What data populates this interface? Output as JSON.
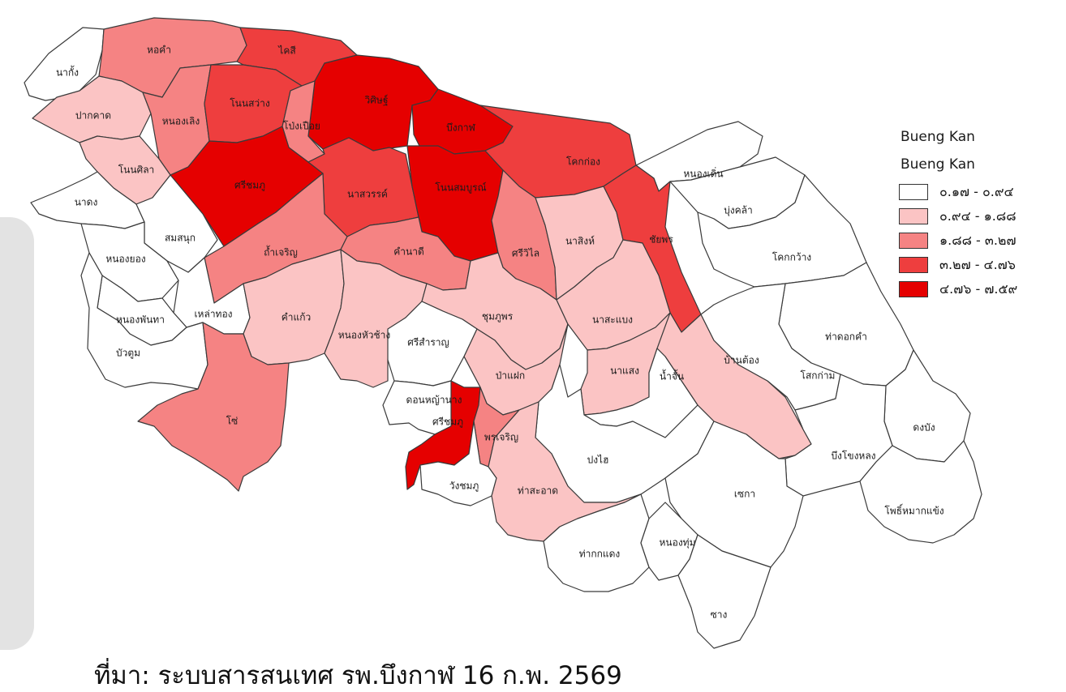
{
  "legend": {
    "title": "Bueng Kan",
    "subtitle": "Bueng Kan",
    "classes": [
      {
        "label": "๐.๑๗ - ๐.๙๔",
        "color": "#ffffff"
      },
      {
        "label": "๐.๙๔ - ๑.๘๘",
        "color": "#fbc4c4"
      },
      {
        "label": "๑.๘๘ - ๓.๒๗",
        "color": "#f58383"
      },
      {
        "label": "๓.๒๗ - ๔.๗๖",
        "color": "#ee3e3e"
      },
      {
        "label": "๔.๗๖ - ๗.๕๙",
        "color": "#e50000"
      }
    ]
  },
  "source_note": "ที่มา: ระบบสารสนเทศ รพ.บึงกาฬ 16 ก.พ. 2569",
  "regions": [
    {
      "name": "นากั้ง",
      "cls": 0
    },
    {
      "name": "หอคำ",
      "cls": 2
    },
    {
      "name": "ไคสี",
      "cls": 3
    },
    {
      "name": "วิศิษฐ์",
      "cls": 4
    },
    {
      "name": "บึงกาฬ",
      "cls": 4
    },
    {
      "name": "ปากคาด",
      "cls": 1
    },
    {
      "name": "หนองเลิง",
      "cls": 2
    },
    {
      "name": "โนนสว่าง",
      "cls": 3
    },
    {
      "name": "โป่งเปือย",
      "cls": 2
    },
    {
      "name": "โคกก่อง",
      "cls": 3
    },
    {
      "name": "หนองเดิ่น",
      "cls": 0
    },
    {
      "name": "บุ่งคล้า",
      "cls": 0
    },
    {
      "name": "โนนศิลา",
      "cls": 1
    },
    {
      "name": "ศรีชมภู",
      "cls": 4
    },
    {
      "name": "นาสวรรค์",
      "cls": 3
    },
    {
      "name": "โนนสมบูรณ์",
      "cls": 4
    },
    {
      "name": "นาดง",
      "cls": 0
    },
    {
      "name": "สมสนุก",
      "cls": 0
    },
    {
      "name": "ถ้ำเจริญ",
      "cls": 2
    },
    {
      "name": "คำนาดี",
      "cls": 2
    },
    {
      "name": "ศรีวิไล",
      "cls": 2
    },
    {
      "name": "นาสิงห์",
      "cls": 1
    },
    {
      "name": "ชัยพร",
      "cls": 3
    },
    {
      "name": "โคกกว้าง",
      "cls": 0
    },
    {
      "name": "หนองยอง",
      "cls": 0
    },
    {
      "name": "เหล่าทอง",
      "cls": 0
    },
    {
      "name": "หนองพันทา",
      "cls": 0
    },
    {
      "name": "คำแก้ว",
      "cls": 1
    },
    {
      "name": "หนองหัวช้าง",
      "cls": 1
    },
    {
      "name": "ชุมภูพร",
      "cls": 1
    },
    {
      "name": "นาสะแบง",
      "cls": 1
    },
    {
      "name": "ศรีสำราญ",
      "cls": 0
    },
    {
      "name": "ท่าดอกคำ",
      "cls": 0
    },
    {
      "name": "บัวตูม",
      "cls": 0
    },
    {
      "name": "ป่าแฝก",
      "cls": 1
    },
    {
      "name": "นาแสง",
      "cls": 1
    },
    {
      "name": "บ้านต้อง",
      "cls": 1
    },
    {
      "name": "โสกก่าม",
      "cls": 0
    },
    {
      "name": "โซ่",
      "cls": 2
    },
    {
      "name": "ดอนหญ้านาง",
      "cls": 0
    },
    {
      "name": "ศรีชมภู",
      "cls": 4
    },
    {
      "name": "พรเจริญ",
      "cls": 2
    },
    {
      "name": "น้ำจั้น",
      "cls": 0
    },
    {
      "name": "ดงบัง",
      "cls": 0
    },
    {
      "name": "ปงไฮ",
      "cls": 0
    },
    {
      "name": "บึงโขงหลง",
      "cls": 0
    },
    {
      "name": "วังชมภู",
      "cls": 0
    },
    {
      "name": "ท่าสะอาด",
      "cls": 1
    },
    {
      "name": "เซกา",
      "cls": 0
    },
    {
      "name": "โพธิ์หมากแข้ง",
      "cls": 0
    },
    {
      "name": "ท่ากกแดง",
      "cls": 0
    },
    {
      "name": "หนองทุ่ม",
      "cls": 0
    },
    {
      "name": "ซาง",
      "cls": 0
    }
  ]
}
